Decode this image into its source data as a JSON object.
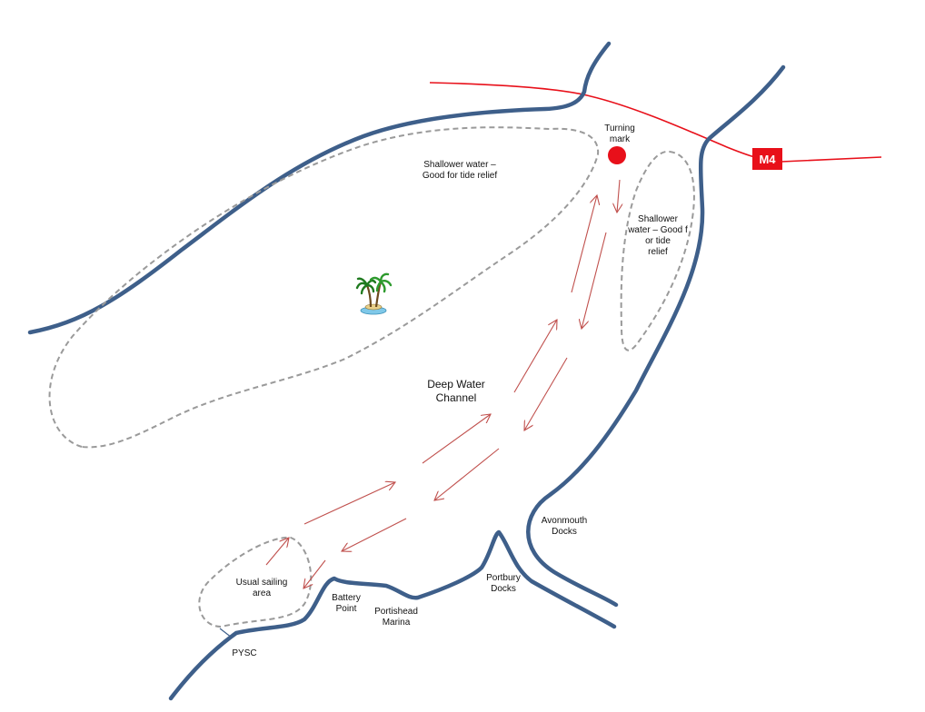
{
  "colors": {
    "coastline": "#3e5f8a",
    "road": "#e8101a",
    "route_arrow": "#c0504d",
    "shallow_outline": "#9a9a9a",
    "turning_mark": "#e8101a"
  },
  "icons": {
    "island": "palm-tree-island-icon",
    "turning_mark": "red-circle-marker"
  },
  "road": {
    "label": "M4"
  },
  "labels": {
    "turning_mark": [
      "Turning",
      "mark"
    ],
    "shallow_north": [
      "Shallower water –",
      "Good for tide relief"
    ],
    "shallow_east": [
      "Shallower",
      "water – Good f",
      "or tide",
      "relief"
    ],
    "deep_water": [
      "Deep Water",
      "Channel"
    ],
    "avonmouth": [
      "Avonmouth",
      "Docks"
    ],
    "portbury": [
      "Portbury",
      "Docks"
    ],
    "sailing_area": [
      "Usual sailing",
      "area"
    ],
    "battery_point": [
      "Battery",
      "Point"
    ],
    "portishead_marina": [
      "Portishead",
      "Marina"
    ],
    "pysc": "PYSC"
  }
}
